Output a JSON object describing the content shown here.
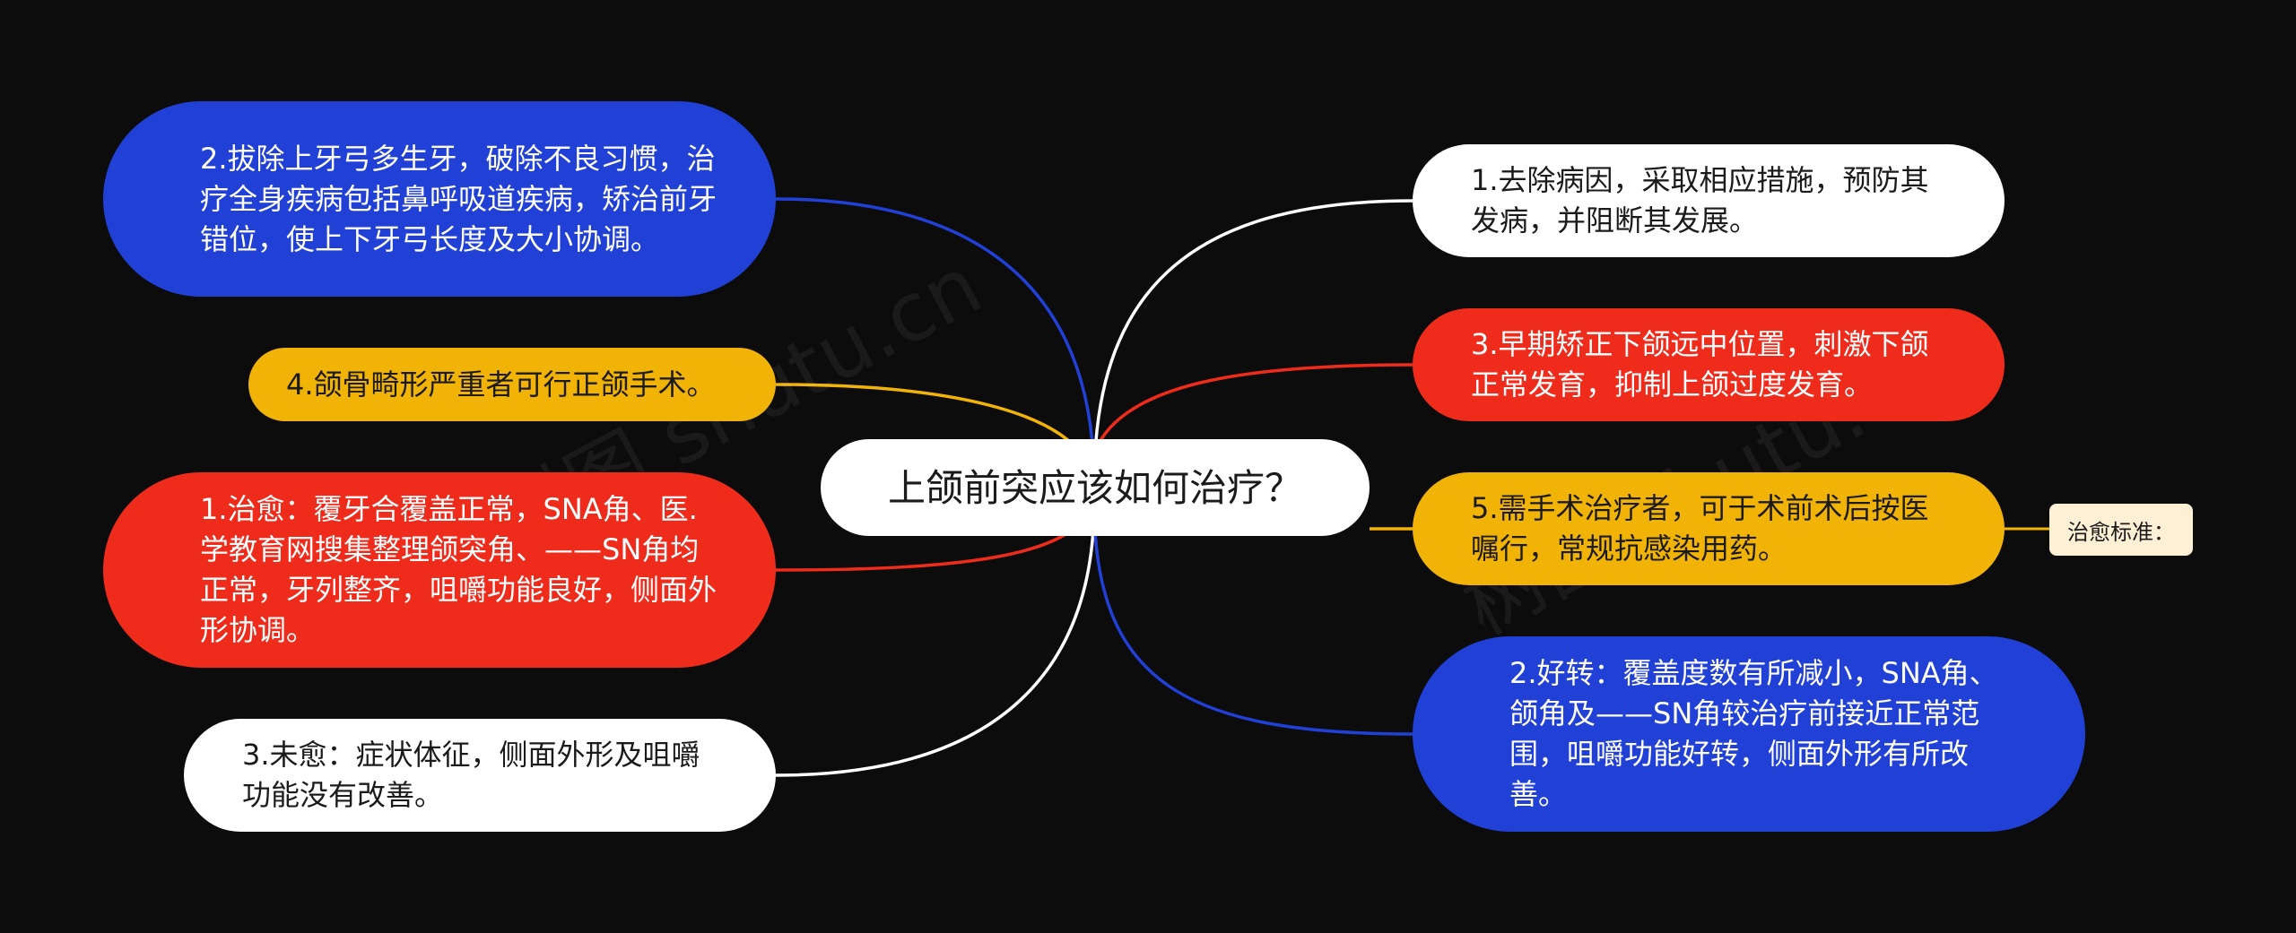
{
  "mindmap": {
    "root": "上颌前突应该如何治疗？",
    "left_nodes": [
      "2.拔除上牙弓多生牙，破除不良习惯，治疗全身疾病包括鼻呼吸道疾病，矫治前牙错位，使上下牙弓长度及大小协调。",
      "4.颌骨畸形严重者可行正颌手术。",
      "1.治愈：覆牙合覆盖正常，SNA角、医.学教育网搜集整理颌突角、——SN角均正常，牙列整齐，咀嚼功能良好，侧面外形协调。",
      "3.未愈：症状体征，侧面外形及咀嚼功能没有改善。"
    ],
    "right_nodes": [
      "1.去除病因，采取相应措施，预防其发病，并阻断其发展。",
      "3.早期矫正下颌远中位置，刺激下颌正常发育，抑制上颌过度发育。",
      "5.需手术治疗者，可于术前术后按医嘱行，常规抗感染用药。",
      "2.好转：覆盖度数有所减小，SNA角、颌角及——SN角较治疗前接近正常范围，咀嚼功能好转，侧面外形有所改善。"
    ],
    "tag": "治愈标准："
  },
  "colors": {
    "background": "#0c0c0d",
    "blue": "#2140d6",
    "red": "#ef2b1b",
    "yellow": "#f2b307",
    "white": "#ffffff",
    "tag": "#fdf0d5"
  }
}
